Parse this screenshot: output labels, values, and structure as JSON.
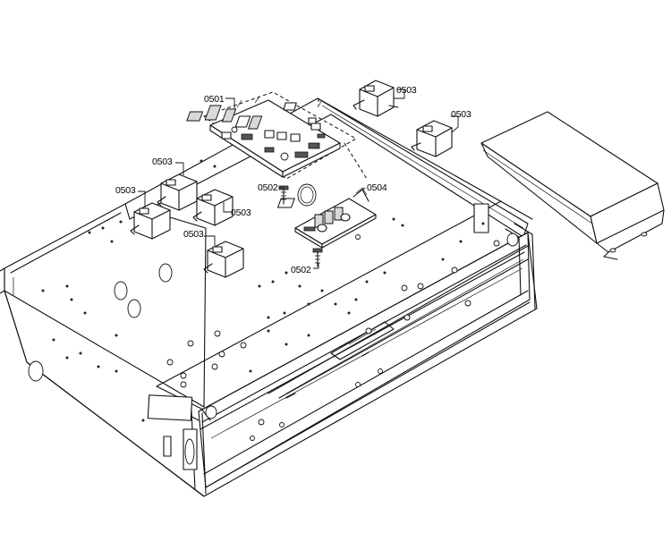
{
  "parts": [
    {
      "id": "control-board",
      "label": "0501"
    },
    {
      "id": "screw-upper",
      "label": "0502"
    },
    {
      "id": "screw-lower",
      "label": "0502"
    },
    {
      "id": "relay-top-left",
      "label": "0503"
    },
    {
      "id": "relay-top-right",
      "label": "0503"
    },
    {
      "id": "relay-left-a",
      "label": "0503"
    },
    {
      "id": "relay-left-b",
      "label": "0503"
    },
    {
      "id": "relay-left-c",
      "label": "0503"
    },
    {
      "id": "relay-left-d",
      "label": "0503"
    },
    {
      "id": "filter-board",
      "label": "0504"
    }
  ]
}
